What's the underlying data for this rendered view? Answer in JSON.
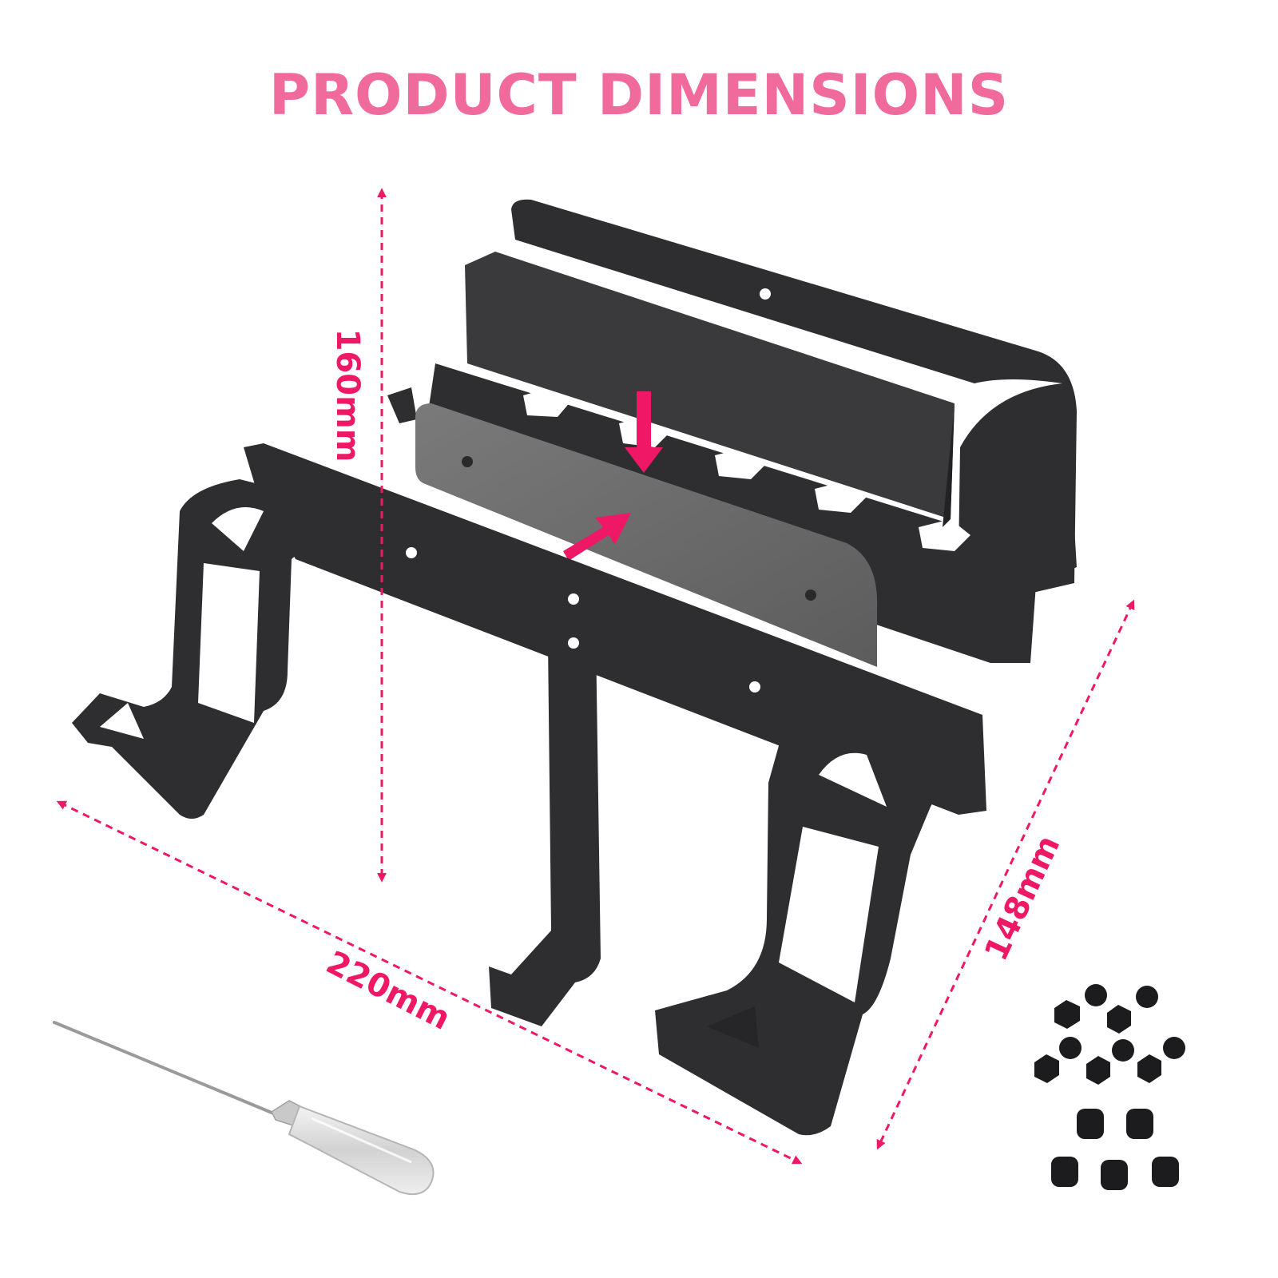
{
  "title": "PRODUCT DIMENSIONS",
  "dimensions": {
    "height": "160mm",
    "width": "220mm",
    "depth": "148mm"
  },
  "colors": {
    "title": "#f06a9c",
    "accent": "#ef1866",
    "metal_dark": "#2e2e30",
    "metal_mid": "#3a3a3c",
    "metal_light": "#6b6b6b",
    "hardware": "#1c1c1e"
  },
  "icons": [
    "dimension-arrow-icon",
    "assembly-arrow-icon",
    "screwdriver-icon",
    "screw-icon",
    "nut-icon",
    "cap-icon"
  ]
}
